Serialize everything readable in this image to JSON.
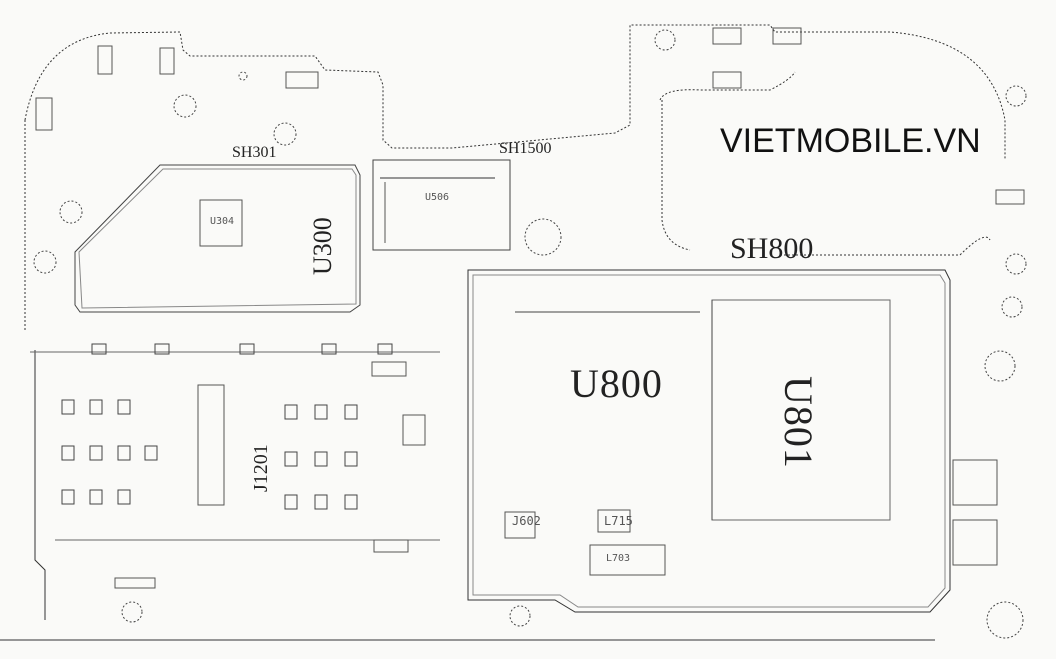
{
  "watermark": "VIETMOBILE.VN",
  "shields": {
    "sh301": "SH301",
    "sh1500": "SH1500",
    "sh800": "SH800"
  },
  "components": {
    "u300": "U300",
    "u304": "U304",
    "u506": "U506",
    "u800": "U800",
    "u801": "U801",
    "j1201": "J1201",
    "j602": "J602",
    "l715": "L715",
    "l703": "L703"
  }
}
